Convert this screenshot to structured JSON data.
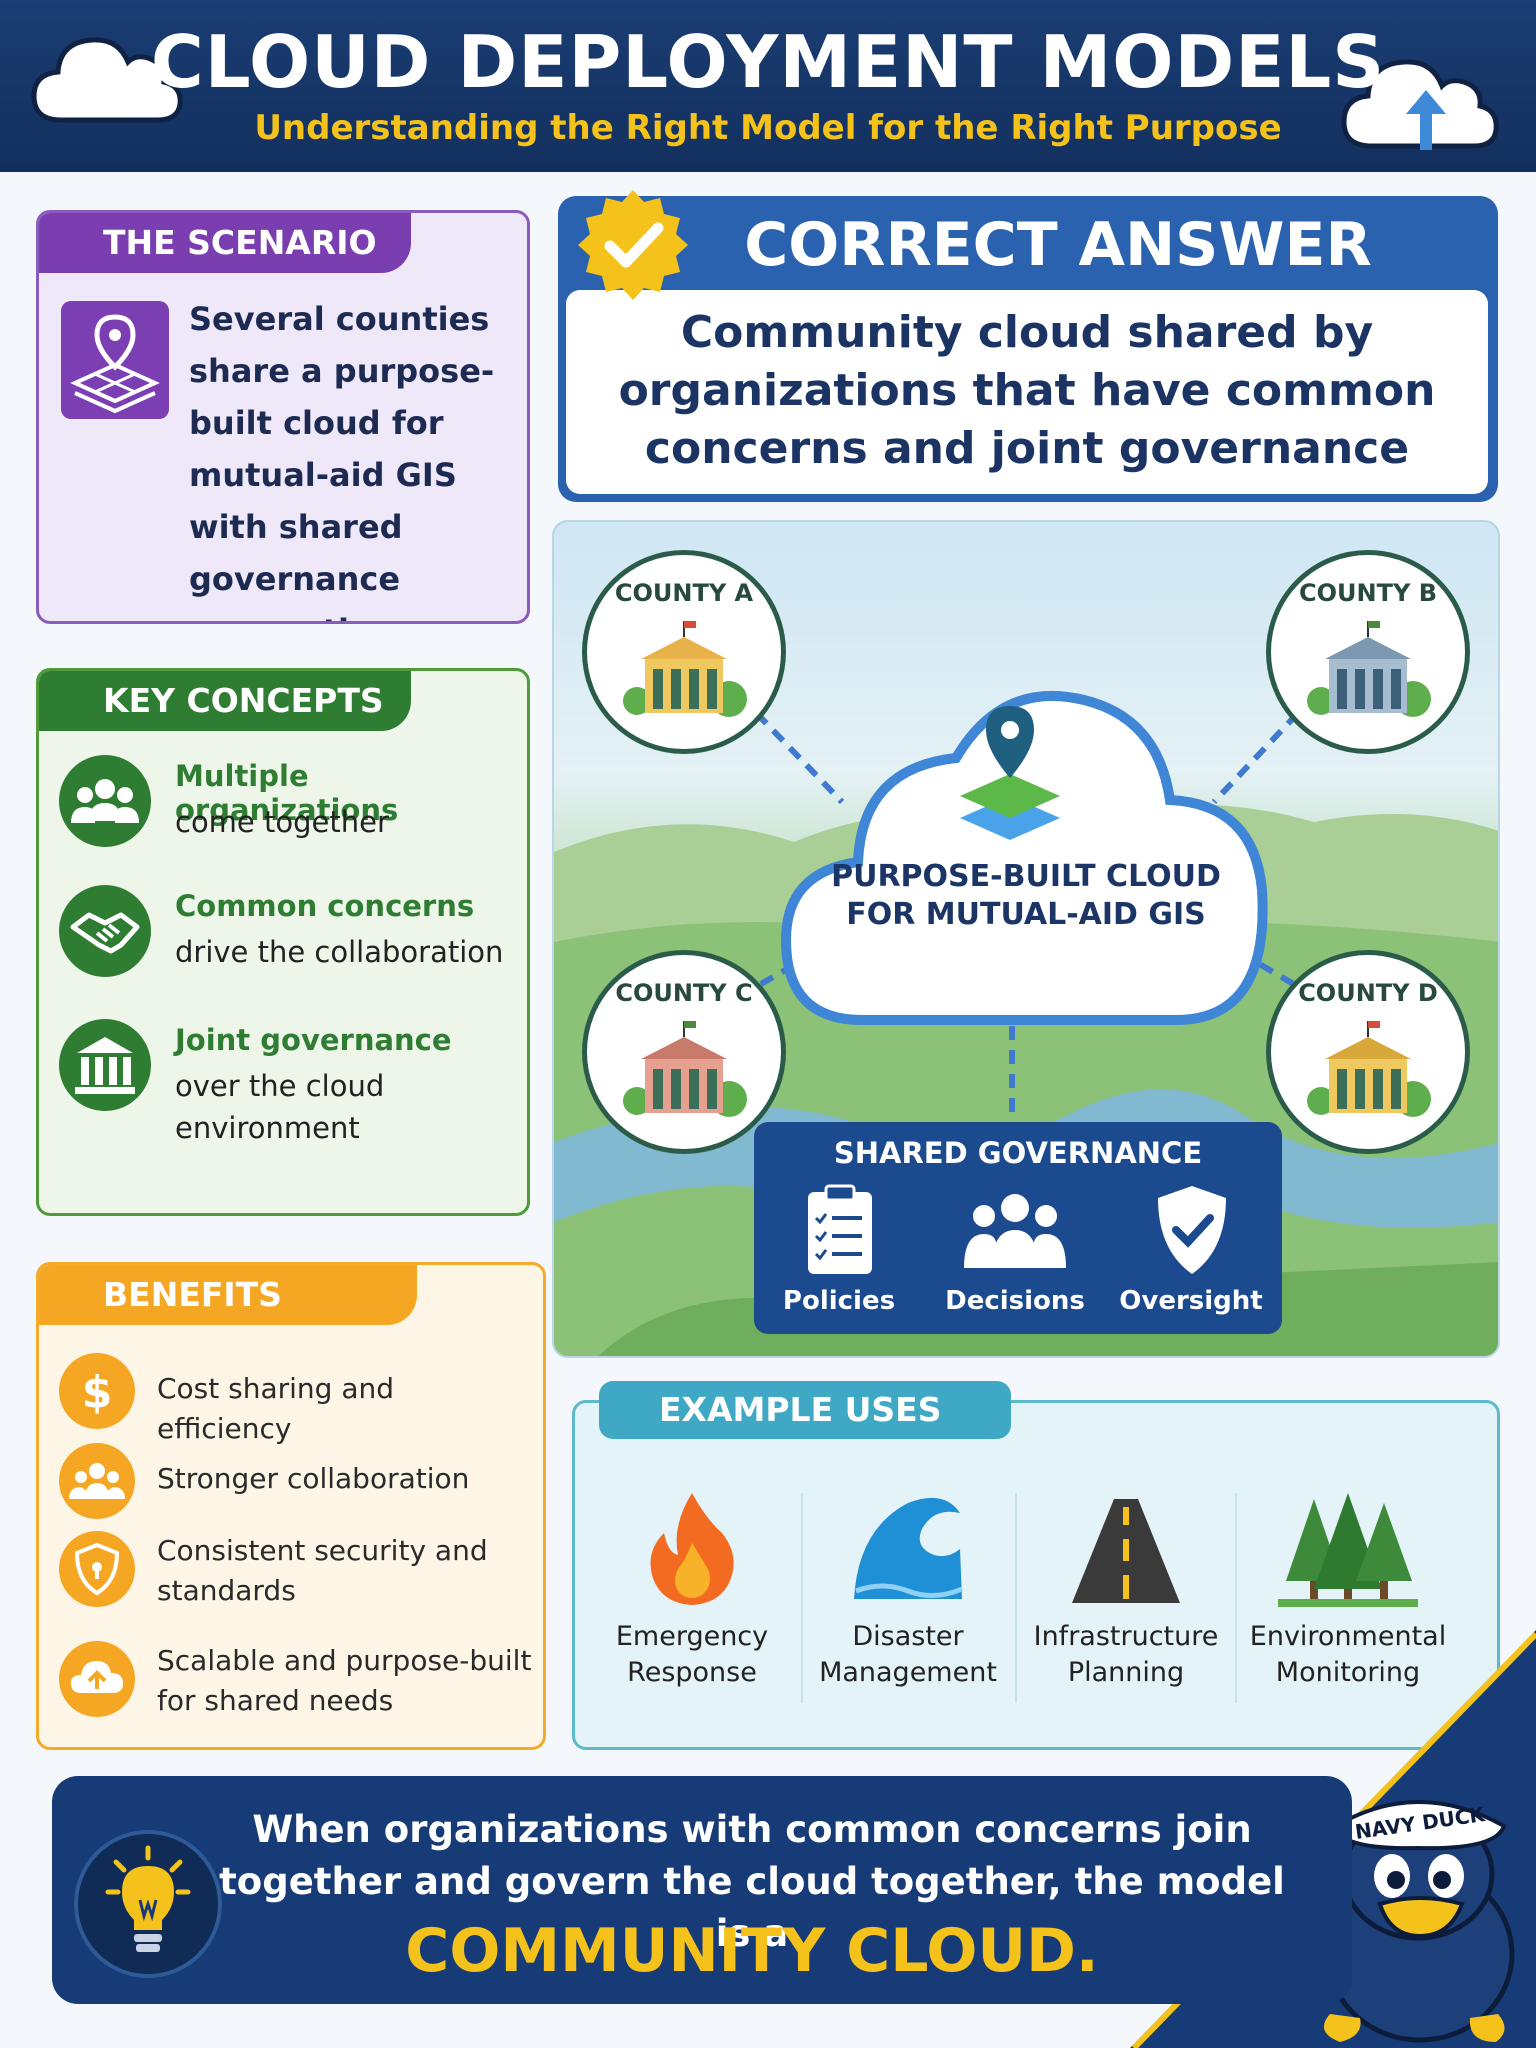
{
  "header": {
    "title": "CLOUD DEPLOYMENT MODELS",
    "subtitle": "Understanding the Right Model for the Right Purpose"
  },
  "scenario": {
    "tab": "THE SCENARIO",
    "text": "Several counties share a purpose-built cloud for mutual-aid GIS with shared governance among those agencies."
  },
  "key_concepts": {
    "tab": "KEY CONCEPTS",
    "items": [
      {
        "strong": "Multiple organizations",
        "rest": "come together",
        "icon": "people-group-icon"
      },
      {
        "strong": "Common concerns",
        "rest": "drive the collaboration",
        "icon": "handshake-icon"
      },
      {
        "strong": "Joint governance",
        "rest": "over the cloud environment",
        "icon": "government-building-icon"
      }
    ]
  },
  "benefits": {
    "tab": "BENEFITS",
    "items": [
      {
        "text": "Cost sharing and efficiency",
        "icon": "dollar-icon"
      },
      {
        "text": "Stronger collaboration",
        "icon": "people-group-icon"
      },
      {
        "text": "Consistent security and standards",
        "icon": "shield-icon"
      },
      {
        "text": "Scalable and purpose-built for shared needs",
        "icon": "cloud-upload-icon"
      }
    ]
  },
  "answer": {
    "title": "CORRECT ANSWER",
    "text": "Community cloud shared by organizations that have common concerns and joint governance"
  },
  "scene": {
    "counties": [
      "COUNTY A",
      "COUNTY B",
      "COUNTY C",
      "COUNTY D"
    ],
    "cloud_label": "PURPOSE-BUILT CLOUD FOR MUTUAL-AID GIS",
    "governance": {
      "title": "SHARED GOVERNANCE",
      "items": [
        "Policies",
        "Decisions",
        "Oversight"
      ]
    }
  },
  "uses": {
    "tab": "EXAMPLE USES",
    "items": [
      {
        "label": "Emergency Response",
        "icon": "fire-icon"
      },
      {
        "label": "Disaster Management",
        "icon": "wave-icon"
      },
      {
        "label": "Infrastructure Planning",
        "icon": "road-icon"
      },
      {
        "label": "Environmental Monitoring",
        "icon": "trees-icon"
      }
    ]
  },
  "footer": {
    "text": "When organizations with common concerns join together and govern the cloud together, the model is a",
    "strong": "COMMUNITY CLOUD."
  },
  "mascot": {
    "hat_text": "NAVY DUCK"
  },
  "colors": {
    "navy": "#173b76",
    "gold": "#f4c21b",
    "purple": "#7a3eb0",
    "green": "#2f7d32",
    "orange": "#f5a623",
    "blue": "#2a62b0",
    "teal": "#3fa9c5"
  }
}
